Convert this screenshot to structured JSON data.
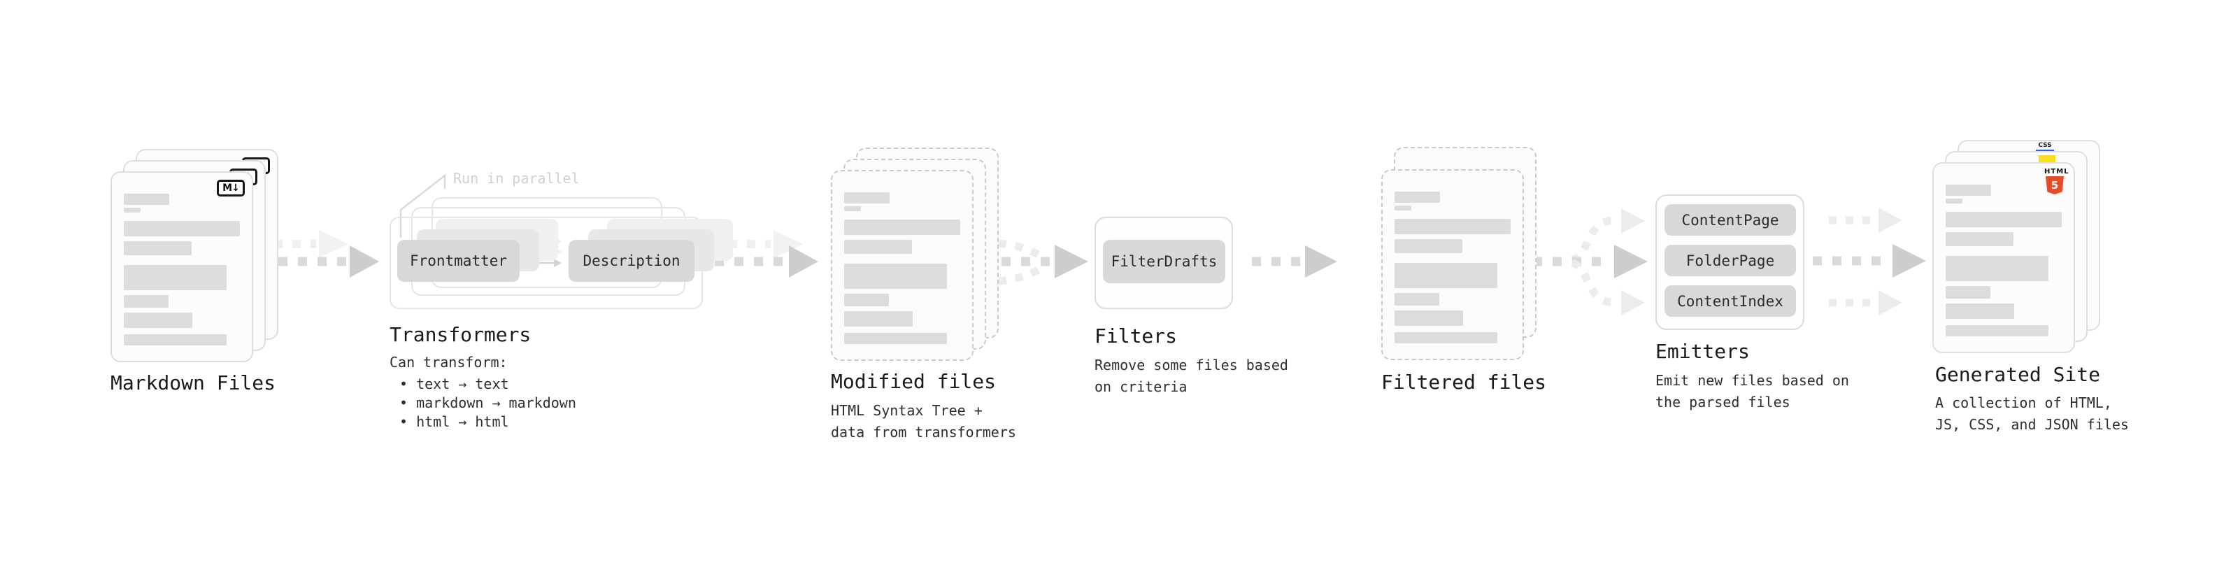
{
  "diagram": {
    "annotation_run_in_parallel": "Run in parallel",
    "stages": {
      "markdown_files": {
        "label": "Markdown Files",
        "badge": "M↓"
      },
      "transformers": {
        "label": "Transformers",
        "chip_left": "Frontmatter",
        "chip_right": "Description",
        "desc_title": "Can transform:",
        "desc_items": [
          "• text → text",
          "• markdown → markdown",
          "• html → html"
        ]
      },
      "modified_files": {
        "label": "Modified files",
        "desc_lines": [
          "HTML Syntax Tree +",
          "data from transformers"
        ]
      },
      "filters": {
        "label": "Filters",
        "chip": "FilterDrafts",
        "desc_lines": [
          "Remove some files based",
          "on criteria"
        ]
      },
      "filtered_files": {
        "label": "Filtered files"
      },
      "emitters": {
        "label": "Emitters",
        "chips": [
          "ContentPage",
          "FolderPage",
          "ContentIndex"
        ],
        "desc_lines": [
          "Emit new files based on",
          "the parsed files"
        ]
      },
      "generated_site": {
        "label": "Generated Site",
        "badge_css": "CSS",
        "badge_html": "HTML",
        "badge_html5_number": "5",
        "desc_lines": [
          "A collection of HTML,",
          "JS, CSS, and JSON files"
        ]
      }
    },
    "colors": {
      "html5_orange": "#e44d26",
      "js_yellow": "#f7df1e",
      "css_blue": "#2563eb"
    }
  }
}
